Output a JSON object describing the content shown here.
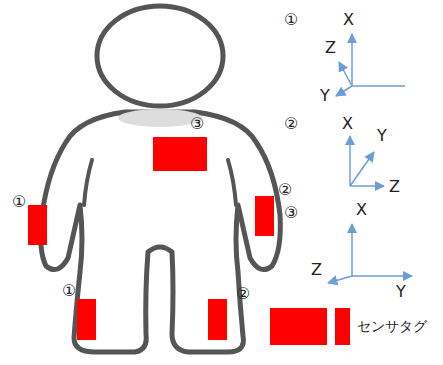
{
  "diagram": {
    "labels": [
      "①",
      "③",
      "②",
      "①",
      "②",
      "①",
      "X",
      "Z",
      "Y",
      "②",
      "X",
      "Y",
      "Z",
      "③",
      "X",
      "Z",
      "Y"
    ],
    "legend": [
      {
        "text": "センサタグ",
        "color": "#ff0000"
      }
    ]
  }
}
